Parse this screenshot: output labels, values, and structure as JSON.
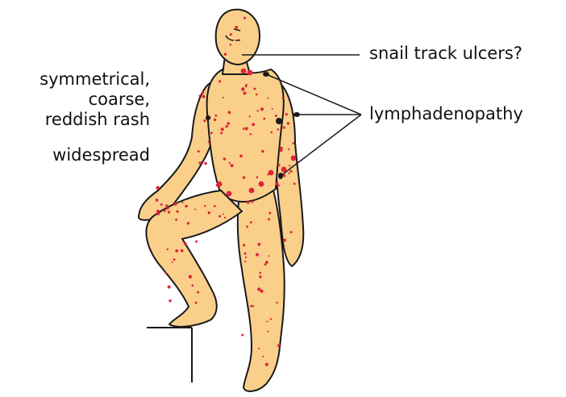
{
  "labels": {
    "snail_track": "snail track ulcers?",
    "lymphadenopathy": "lymphadenopathy",
    "rash_line1": "symmetrical,",
    "rash_line2": "coarse,",
    "rash_line3": "reddish rash",
    "widespread": "widespread"
  },
  "colors": {
    "skin": "#f9cf8a",
    "outline": "#1a1a1a",
    "rash": "#e2233b",
    "node": "#1a1a1a",
    "text": "#111111"
  }
}
